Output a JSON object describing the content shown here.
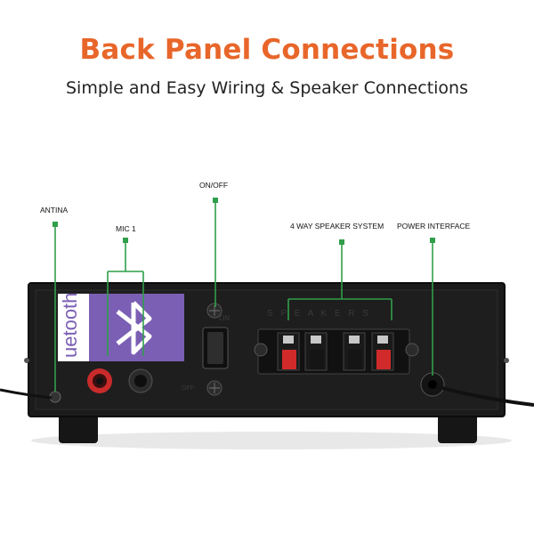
{
  "header": {
    "title": "Back Panel Connections",
    "subtitle": "Simple and Easy Wiring & Speaker Connections"
  },
  "callouts": {
    "antina": "ANTINA",
    "mic1": "MIC 1",
    "onoff": "ON/OFF",
    "speaker": "4 WAY SPEAKER SYSTEM",
    "power": "POWER INTERFACE"
  },
  "device": {
    "sticker_text": "uetooth",
    "panel_letters": "S P E A K E R S"
  },
  "colors": {
    "title": "#e8662a",
    "callout_line": "#2f9e4a",
    "chassis": "#1b1b1b",
    "sticker": "#7b5fb4"
  }
}
